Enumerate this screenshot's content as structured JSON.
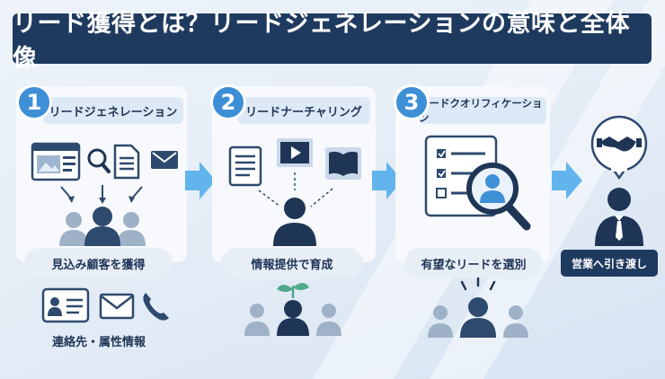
{
  "title": "リード獲得とは？リードジェネレーションの意味と全体像",
  "stages": [
    {
      "number": "1",
      "label": "リードジェネレーション",
      "result": "見込み顧客を獲得",
      "caption": "連絡先・属性情報"
    },
    {
      "number": "2",
      "label": "リードナーチャリング",
      "result": "情報提供で育成"
    },
    {
      "number": "3",
      "label": "リードクオリフィケーション",
      "result": "有望なリードを選別"
    }
  ],
  "handover": {
    "label": "営業へ引き渡し"
  },
  "colors": {
    "navy": "#1f3a5f",
    "accent": "#3d8fd6",
    "arrow": "#62b5ec",
    "person_light": "#9fb1c6",
    "person_dark": "#2e4a6e"
  }
}
